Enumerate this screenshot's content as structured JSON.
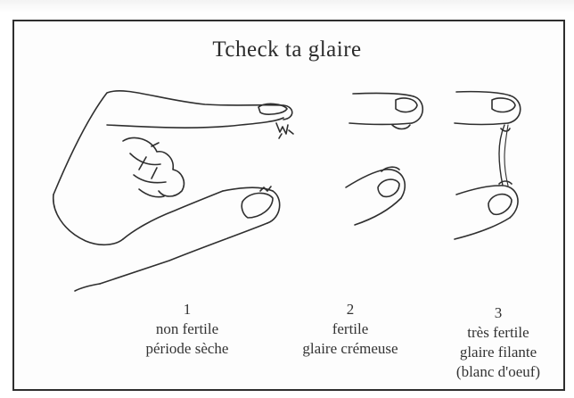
{
  "title": "Tcheck ta glaire",
  "stages": [
    {
      "number": "1",
      "lines": [
        "non fertile",
        "période sèche"
      ]
    },
    {
      "number": "2",
      "lines": [
        "fertile",
        "glaire crémeuse"
      ]
    },
    {
      "number": "3",
      "lines": [
        "très fertile",
        "glaire filante",
        "(blanc d'oeuf)"
      ]
    }
  ]
}
